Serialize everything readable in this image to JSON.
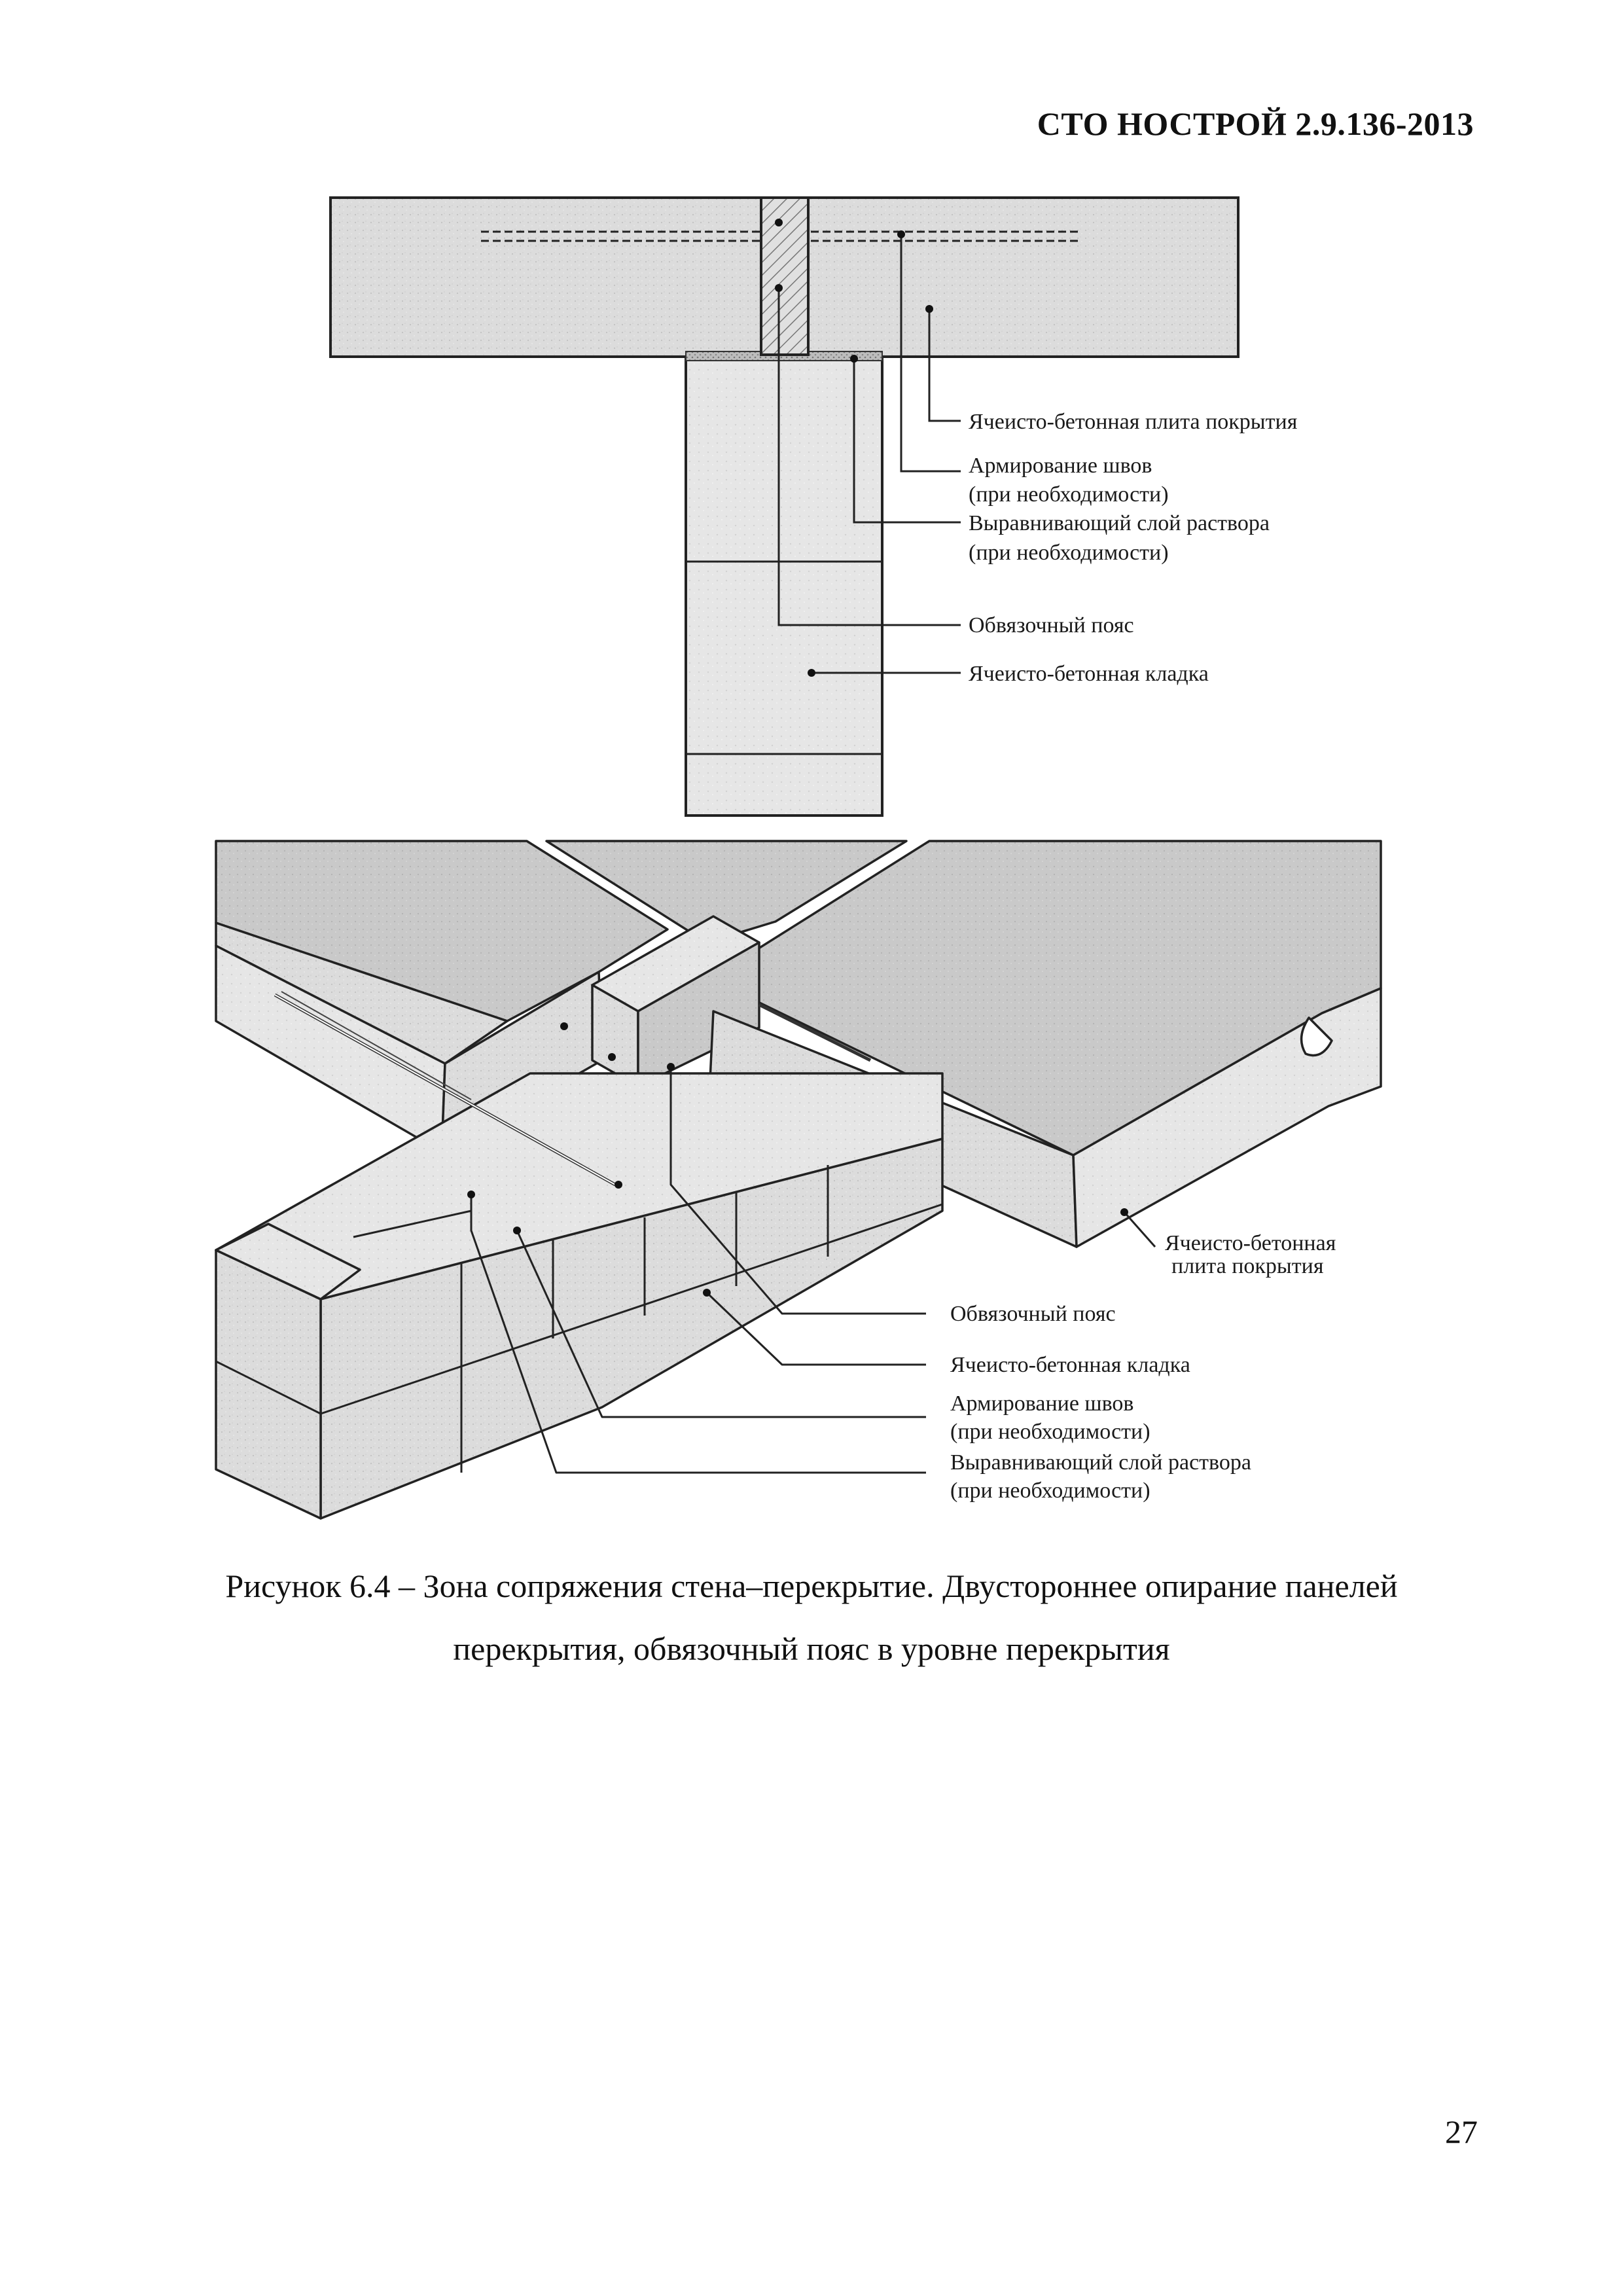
{
  "document": {
    "standard_code": "СТО НОСТРОЙ 2.9.136-2013",
    "page_number": "27"
  },
  "figure": {
    "top_labels": {
      "slab": "Ячеисто-бетонная плита покрытия",
      "reinforcement": "Армирование швов",
      "reinforcement_note": "(при необходимости)",
      "leveling_layer": "Выравнивающий слой раствора",
      "leveling_note": "(при необходимости)",
      "ring_beam": "Обвязочный пояс",
      "masonry": "Ячеисто-бетонная кладка"
    },
    "bottom_labels": {
      "slab_line1": "Ячеисто-бетонная",
      "slab_line2": "плита покрытия",
      "ring_beam": "Обвязочный пояс",
      "masonry": "Ячеисто-бетонная кладка",
      "reinforcement": "Армирование швов",
      "reinforcement_note": "(при необходимости)",
      "leveling_layer": "Выравнивающий слой раствора",
      "leveling_note": "(при необходимости)"
    },
    "caption_line1": "Рисунок 6.4 – Зона сопряжения стена–перекрытие. Двустороннее опирание панелей",
    "caption_line2": "перекрытия, обвязочный пояс в уровне перекрытия"
  }
}
